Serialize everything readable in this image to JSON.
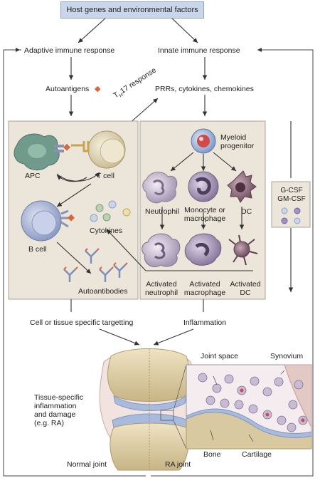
{
  "header": {
    "top_box": "Host genes and environmental factors"
  },
  "responses": {
    "adaptive": "Adaptive immune response",
    "innate": "Innate immune response"
  },
  "labels": {
    "autoantigens": "Autoantigens",
    "prrs": "PRRs, cytokines, chemokines",
    "th17_prefix": "T",
    "th17_sub": "H",
    "th17_rest": "17 response",
    "myeloid_line1": "Myeloid",
    "myeloid_line2": "progenitor",
    "apc": "APC",
    "t_cell": "T cell",
    "b_cell": "B cell",
    "cytokines": "Cytokines",
    "autoantibodies": "Autoantibodies",
    "neutrophil": "Neutrophil",
    "monocyte_line1": "Monocyte or",
    "monocyte_line2": "macrophage",
    "dc": "DC",
    "act_neutrophil_line1": "Activated",
    "act_neutrophil_line2": "neutrophil",
    "act_macrophage_line1": "Activated",
    "act_macrophage_line2": "macrophage",
    "act_dc_line1": "Activated",
    "act_dc_line2": "DC",
    "gcsf": "G-CSF",
    "gmcsf": "GM-CSF",
    "targeting": "Cell or tissue specific targetting",
    "inflammation": "Inflammation",
    "tissue_line1": "Tissue-specific",
    "tissue_line2": "inflammation",
    "tissue_line3": "and damage",
    "tissue_line4": "(e.g. RA)",
    "joint_space": "Joint space",
    "synovium": "Synovium",
    "bone": "Bone",
    "cartilage": "Cartilage",
    "normal_joint": "Normal joint",
    "ra_joint": "RA joint"
  },
  "colors": {
    "panel_fill": "#ece6da",
    "panel_border": "#a9a397",
    "top_box": "#c9d6ea",
    "apc": "#6f9a8c",
    "t_cell": "#e8dfc7",
    "b_cell": "#b3bfdc",
    "neutrophil": "#bfb4c9",
    "macrophage": "#9a8aa8",
    "dc": "#8a6f7a",
    "myeloid": "#a9bfe0",
    "autoantigen": "#d8663b",
    "bone": "#d9c9a0",
    "cartilage": "#b9c7e0",
    "synovium": "#e3c9c4",
    "arrow": "#333333"
  }
}
